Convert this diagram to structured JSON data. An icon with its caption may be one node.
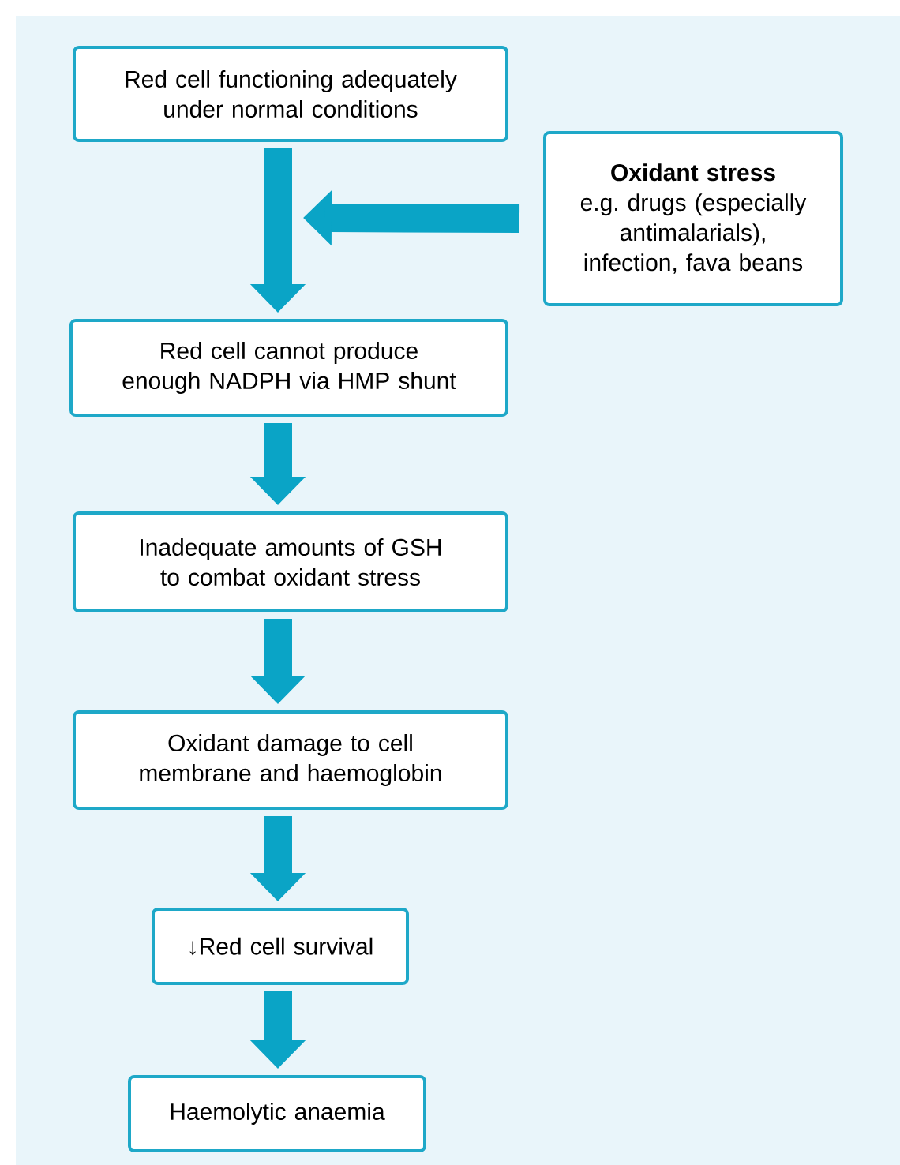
{
  "diagram": {
    "nodes": [
      {
        "text": [
          "Red cell functioning adequately under normal conditions"
        ]
      },
      {
        "text": [
          "Oxidant stress",
          "e.g. drugs (especially antimalarials), infection, fava beans"
        ]
      },
      {
        "text": [
          "Red cell cannot produce enough NADPH via HMP shunt"
        ]
      },
      {
        "text": [
          "Inadequate amounts of GSH to combat oxidant stress"
        ]
      },
      {
        "text": [
          "Oxidant damage to cell membrane and haemoglobin"
        ]
      },
      {
        "text": [
          "↓Red cell survival"
        ]
      },
      {
        "text": [
          "Haemolytic anaemia"
        ]
      }
    ],
    "edges": [
      {
        "from": 0,
        "to": 2,
        "arrow": "to"
      },
      {
        "from": 1,
        "to": null,
        "arrow": "to"
      },
      {
        "from": 2,
        "to": 3,
        "arrow": "to"
      },
      {
        "from": 3,
        "to": 4,
        "arrow": "to"
      },
      {
        "from": 4,
        "to": 5,
        "arrow": "to"
      },
      {
        "from": 5,
        "to": 6,
        "arrow": "to"
      }
    ]
  }
}
